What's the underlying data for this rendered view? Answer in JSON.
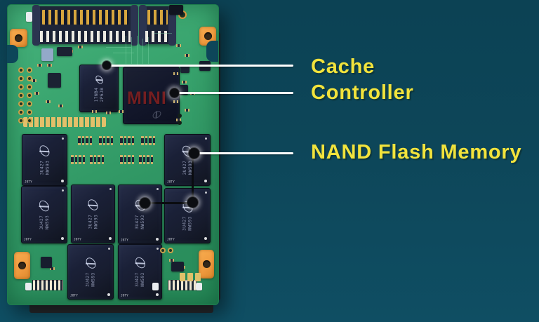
{
  "callouts": {
    "cache": {
      "label": "Cache"
    },
    "controller": {
      "label": "Controller"
    },
    "nand": {
      "label": "NAND Flash Memory"
    }
  },
  "board": {
    "watermark": "MINI",
    "cache_chip": {
      "marking_line1": "17NB4",
      "marking_line2": "2P6JB"
    },
    "nand_chip": {
      "marking_line1": "3U427",
      "marking_line2": "NW593",
      "corner_marking": "J8TY"
    }
  },
  "colors": {
    "background": "#0d4659",
    "pcb_green": "#37a26c",
    "label_yellow": "#f2e33c",
    "callout_line": "#ffffff",
    "chip_dark": "#181d30",
    "watermark_red": "#801f1f",
    "tab_orange": "#ef9a3e",
    "pin_gold": "#d7a63e"
  }
}
